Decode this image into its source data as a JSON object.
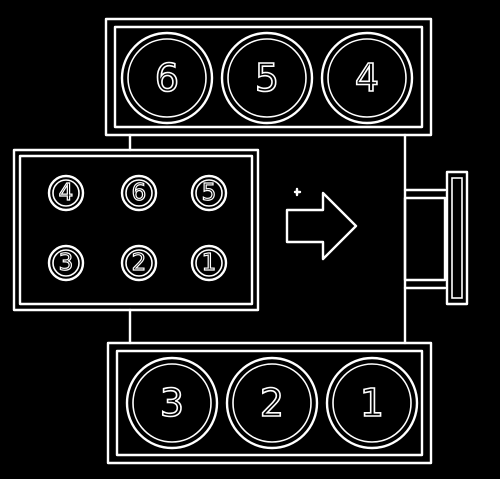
{
  "colors": {
    "background": "#000000",
    "line": "#ffffff"
  },
  "top_bank": {
    "cylinders": [
      "6",
      "5",
      "4"
    ]
  },
  "bottom_bank": {
    "cylinders": [
      "3",
      "2",
      "1"
    ]
  },
  "coil_pack": {
    "top_row": [
      "4",
      "6",
      "5"
    ],
    "bottom_row": [
      "3",
      "2",
      "1"
    ]
  },
  "arrow": {
    "icon": "front-direction-arrow-icon"
  },
  "pulley": {
    "icon": "crankshaft-pulley-icon"
  }
}
